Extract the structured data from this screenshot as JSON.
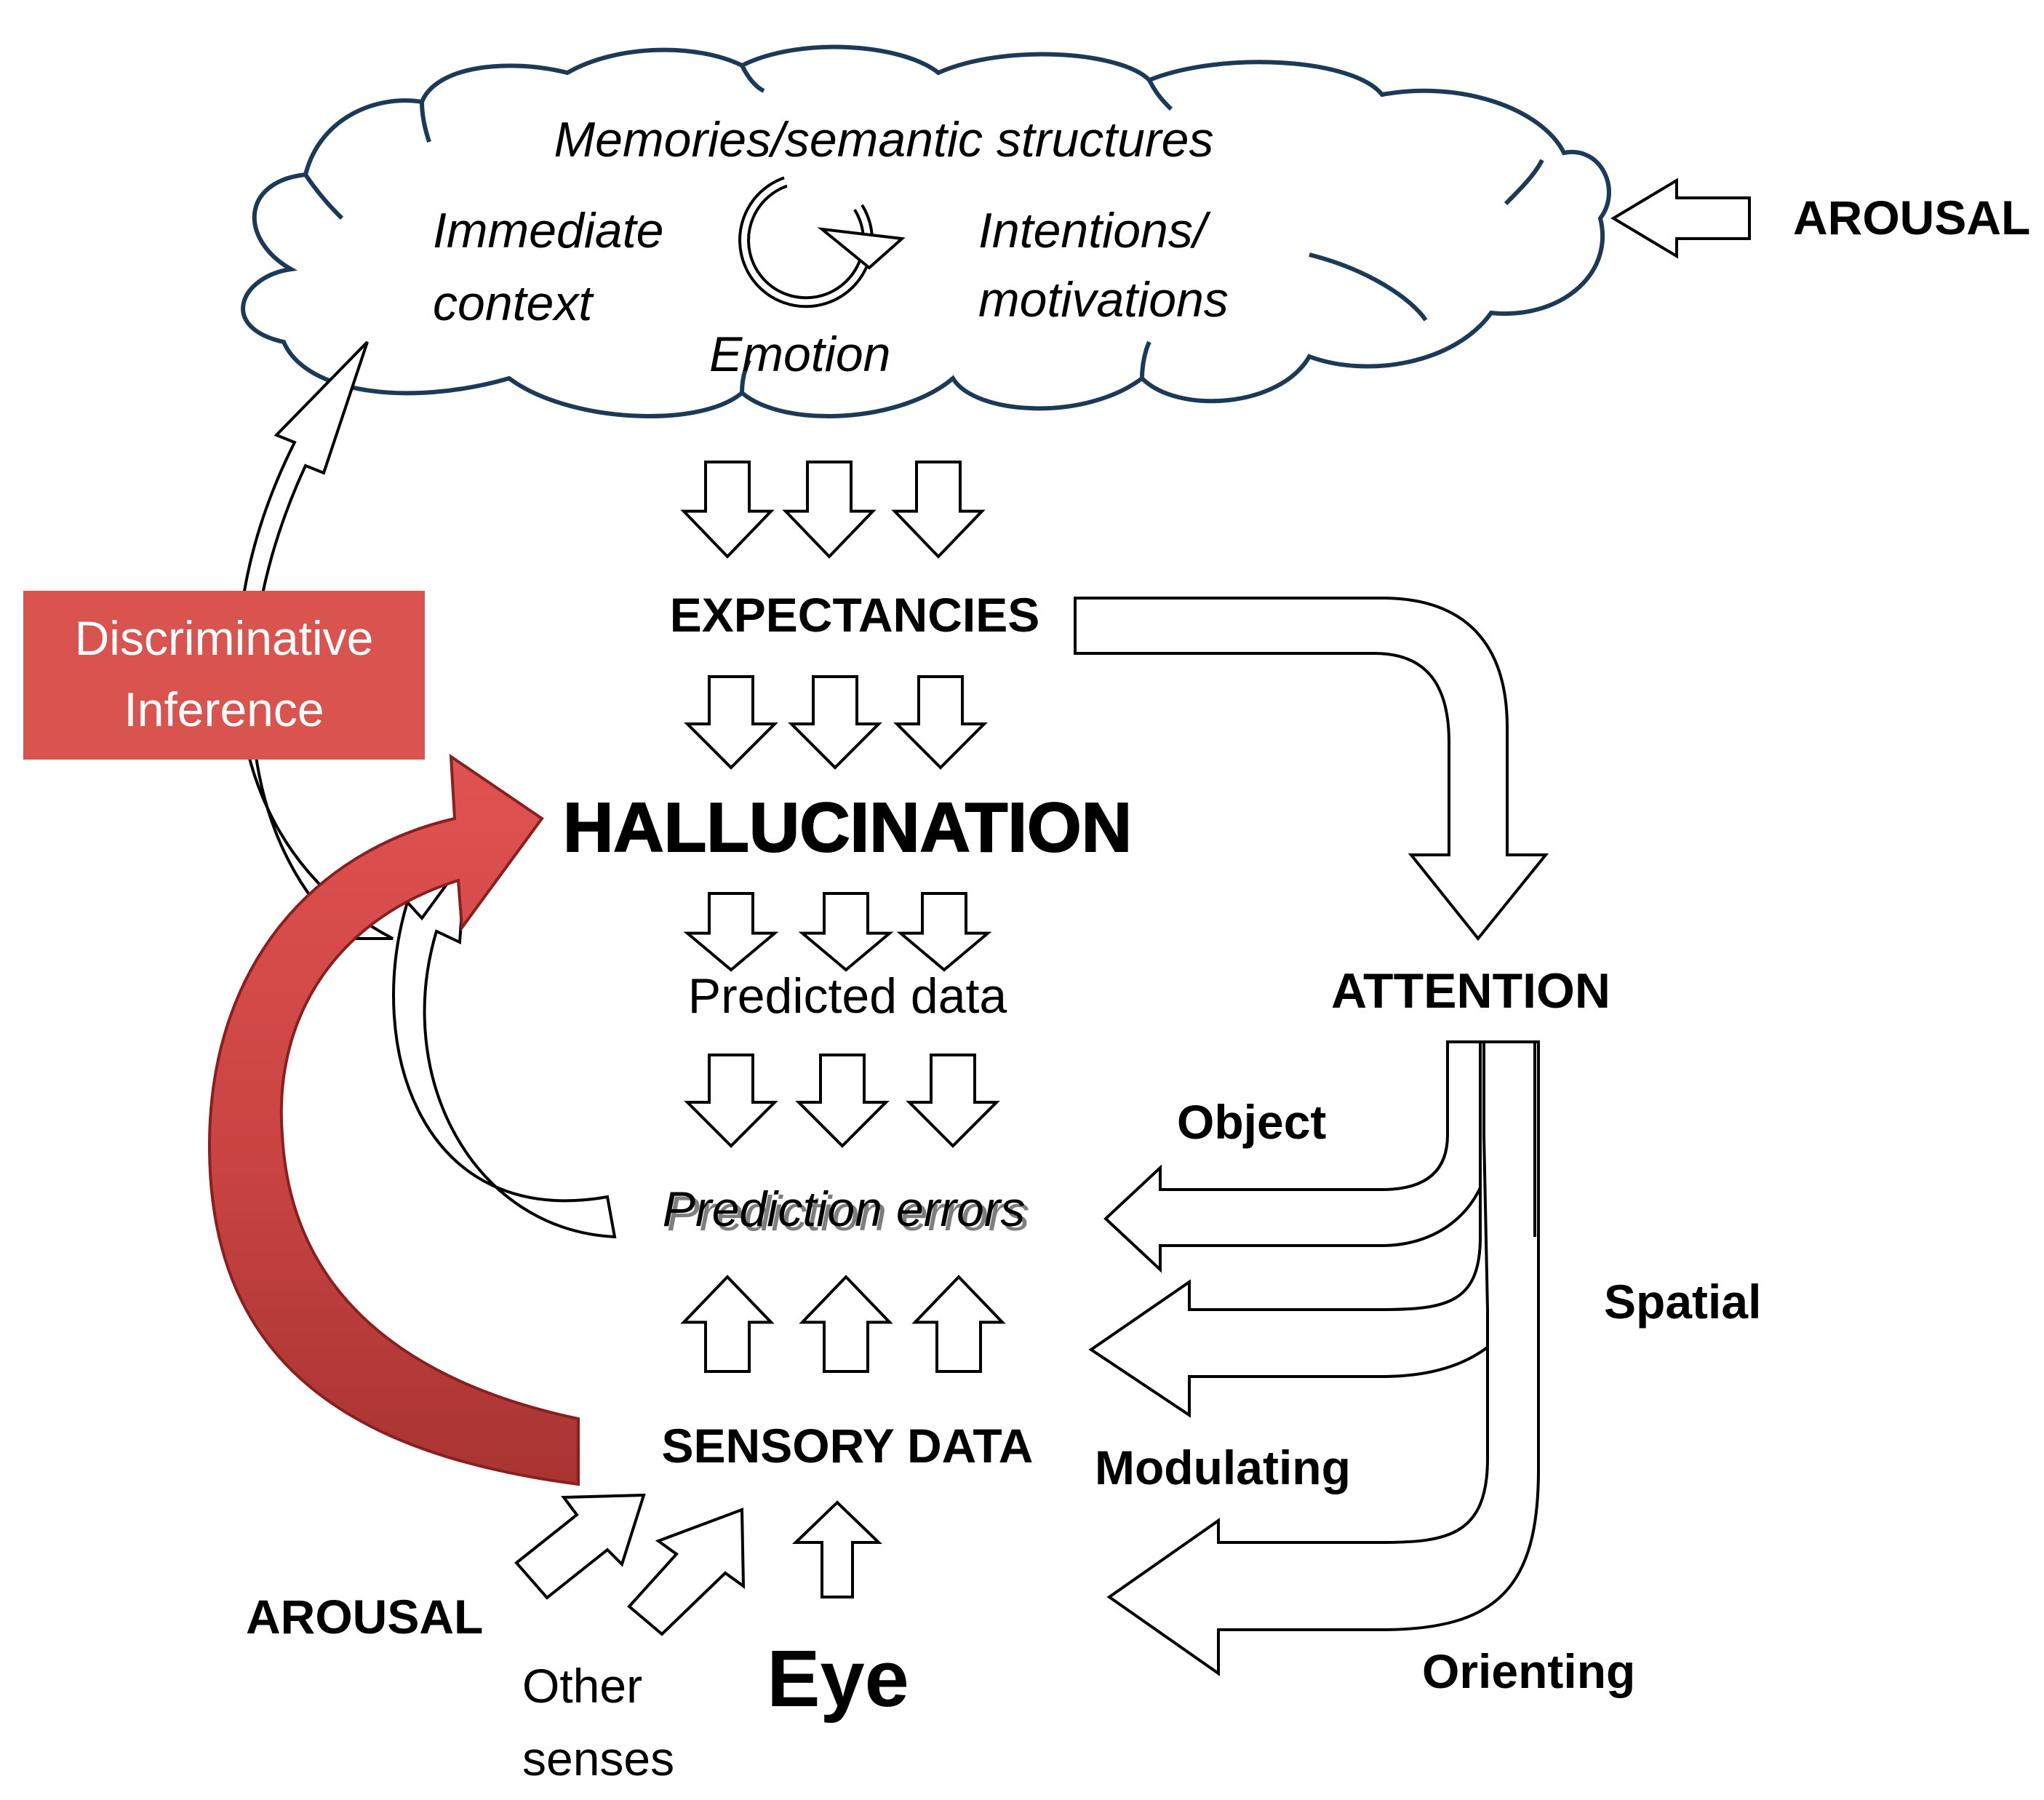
{
  "cloud": {
    "memories": "Memories/semantic structures",
    "immediate_line1": "Immediate",
    "immediate_line2": "context",
    "intentions_line1": "Intentions/",
    "intentions_line2": "motivations",
    "emotion": "Emotion"
  },
  "arousal_top": "AROUSAL",
  "arousal_bottom": "AROUSAL",
  "expectancies": "EXPECTANCIES",
  "hallucination": "HALLUCINATION",
  "predicted_data": "Predicted data",
  "prediction_errors": "Prediction errors",
  "sensory_data": "SENSORY DATA",
  "eye": "Eye",
  "other_senses_line1": "Other",
  "other_senses_line2": "senses",
  "attention": "ATTENTION",
  "object": "Object",
  "spatial": "Spatial",
  "modulating": "Modulating",
  "orienting": "Orienting",
  "discriminative_line1": "Discriminative",
  "discriminative_line2": "Inference",
  "colors": {
    "cloud_stroke": "#1b3a57",
    "red_box": "#d9534f",
    "red_arrow_light": "#e05252",
    "red_arrow_dark": "#b23a38",
    "red_arrow_stroke": "#8a1f1f",
    "outline": "#000000"
  }
}
